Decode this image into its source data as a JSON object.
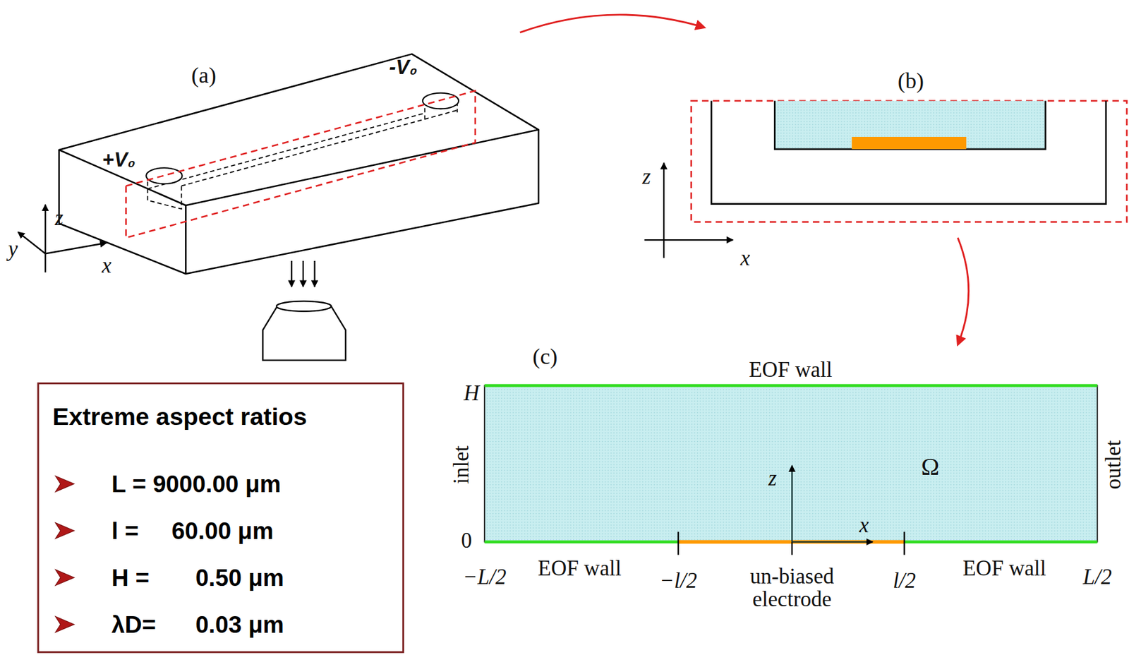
{
  "diagram": {
    "nodes": [
      {
        "text": [
          "(a)"
        ]
      },
      {
        "text": [
          "(b)"
        ]
      },
      {
        "text": [
          "(c)"
        ]
      },
      {
        "text": [
          "Ω"
        ],
        "in": 2
      },
      {
        "text": [
          "Extreme aspect ratios",
          "L = 9000.00 μm",
          "l =     60.00 μm",
          "H =       0.50 μm",
          "λD=      0.03 μm"
        ]
      }
    ],
    "edges": [
      {
        "from": 0,
        "to": 1,
        "arrow": "to"
      },
      {
        "from": 1,
        "to": 2,
        "arrow": "to"
      }
    ],
    "labels": [
      "+V₀",
      "-V₀",
      "z",
      "y",
      "x",
      "z",
      "x",
      "H",
      "0",
      "EOF wall",
      "inlet",
      "outlet",
      "z",
      "x",
      "−L/2",
      "EOF wall",
      "−l/2",
      "un-biased electrode",
      "l/2",
      "EOF wall",
      "L/2"
    ]
  }
}
